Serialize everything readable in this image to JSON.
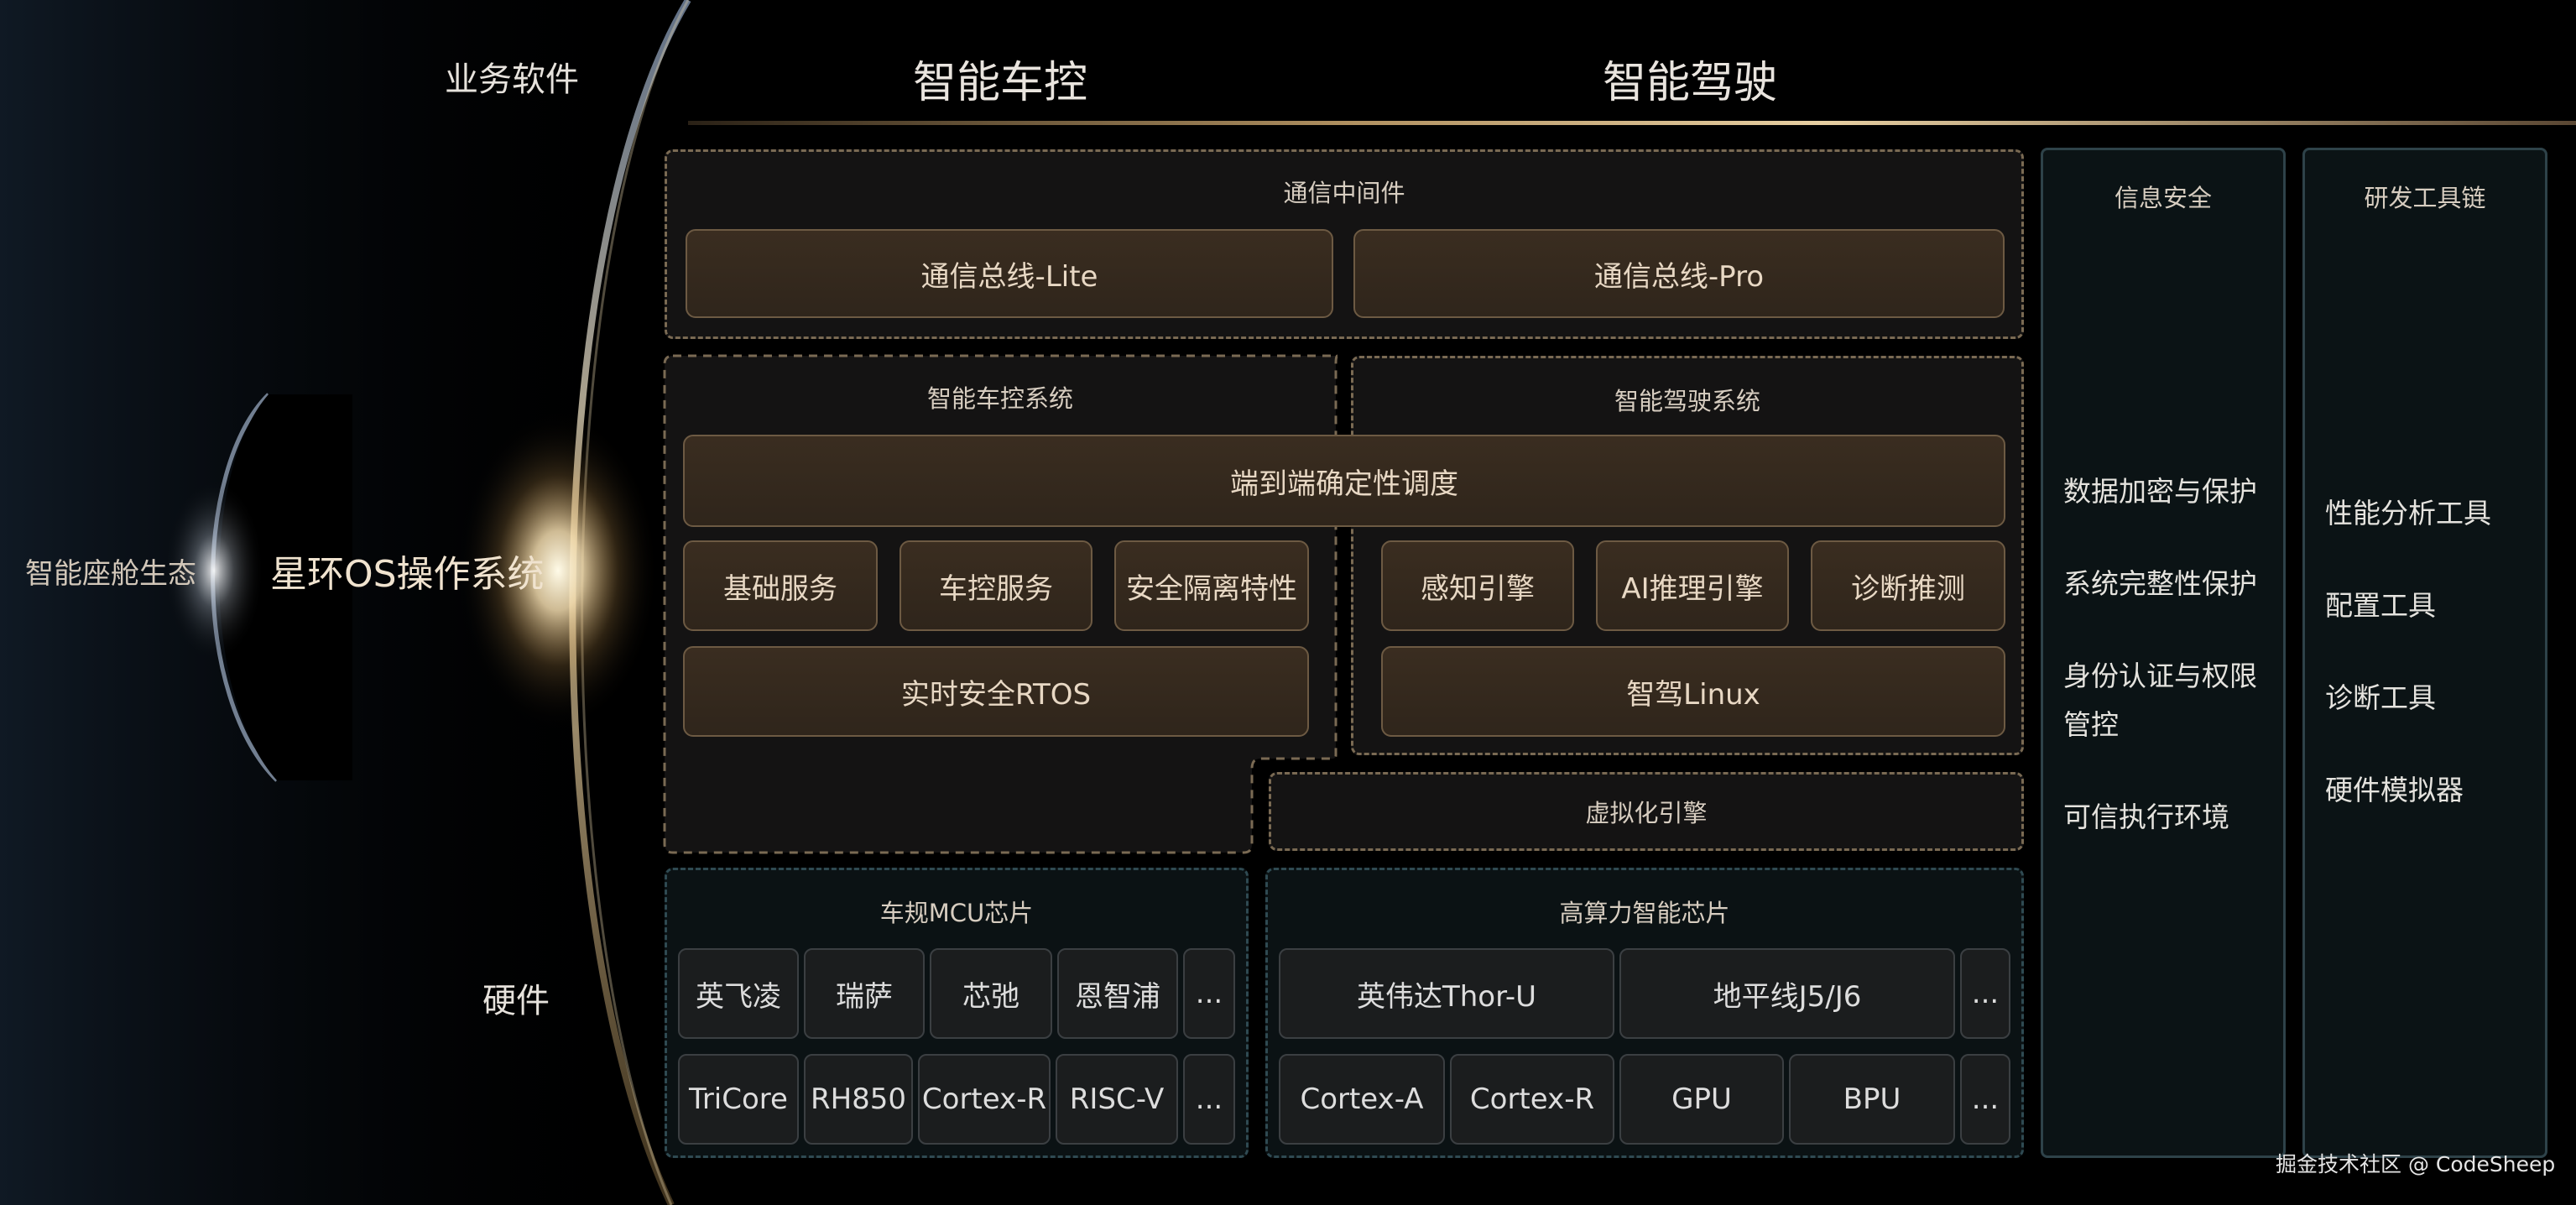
{
  "headers": {
    "business_software": "业务软件",
    "vehicle_control": "智能车控",
    "autonomous_driving": "智能驾驶",
    "hardware": "硬件"
  },
  "left": {
    "cockpit_ecosystem": "智能座舱生态",
    "os_title": "星环OS操作系统"
  },
  "middleware": {
    "title": "通信中间件",
    "lite": "通信总线-Lite",
    "pro": "通信总线-Pro"
  },
  "vc_system": {
    "title": "智能车控系统"
  },
  "ad_system": {
    "title": "智能驾驶系统"
  },
  "scheduler": "端到端确定性调度",
  "vc_services": [
    "基础服务",
    "车控服务",
    "安全隔离特性"
  ],
  "vc_rtos": "实时安全RTOS",
  "ad_services": [
    "感知引擎",
    "AI推理引擎",
    "诊断推测"
  ],
  "ad_linux": "智驾Linux",
  "virtualization": "虚拟化引擎",
  "mcu": {
    "title": "车规MCU芯片",
    "row1": [
      "英飞凌",
      "瑞萨",
      "芯弛",
      "恩智浦",
      "..."
    ],
    "row2": [
      "TriCore",
      "RH850",
      "Cortex-R",
      "RISC-V",
      "..."
    ]
  },
  "soc": {
    "title": "高算力智能芯片",
    "row1": [
      "英伟达Thor-U",
      "地平线J5/J6",
      "..."
    ],
    "row2": [
      "Cortex-A",
      "Cortex-R",
      "GPU",
      "BPU",
      "..."
    ]
  },
  "security": {
    "title": "信息安全",
    "items": [
      "数据加密与保护",
      "系统完整性保护",
      "身份认证与权限",
      "管控",
      "可信执行环境"
    ]
  },
  "toolchain": {
    "title": "研发工具链",
    "items": [
      "性能分析工具",
      "配置工具",
      "诊断工具",
      "硬件模拟器"
    ]
  },
  "watermark": "掘金技术社区 @ CodeSheep",
  "colors": {
    "accent_warm": "#7a6a53",
    "accent_cool": "#2f4a52",
    "glow": "#f3dcae"
  }
}
